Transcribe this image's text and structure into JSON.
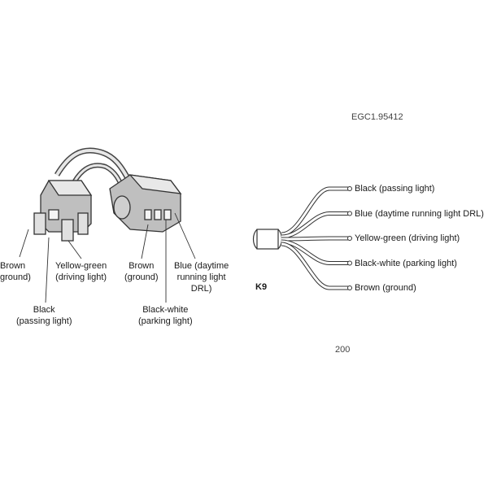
{
  "top_cut_text": "EGC1.95412",
  "bottom_cut_text": "200",
  "figure_id": "K9",
  "connector_labels": {
    "brown": "Brown\nground)",
    "yellow_green": "Yellow-green\n(driving light)",
    "black": "Black\n(passing light)",
    "brown2": "Brown\n(ground)",
    "blue": "Blue (daytime\nrunning light\nDRL)",
    "black_white": "Black-white\n(parking light)"
  },
  "wires": [
    {
      "label": "Black (passing light)",
      "color": "#111111"
    },
    {
      "label": "Blue (daytime running light DRL)",
      "color": "#2a4fa8"
    },
    {
      "label": "Yellow-green (driving light)",
      "color": "#b5b52a"
    },
    {
      "label": "Black-white (parking light)",
      "color": "#555555"
    },
    {
      "label": "Brown (ground)",
      "color": "#7a4a22"
    }
  ]
}
